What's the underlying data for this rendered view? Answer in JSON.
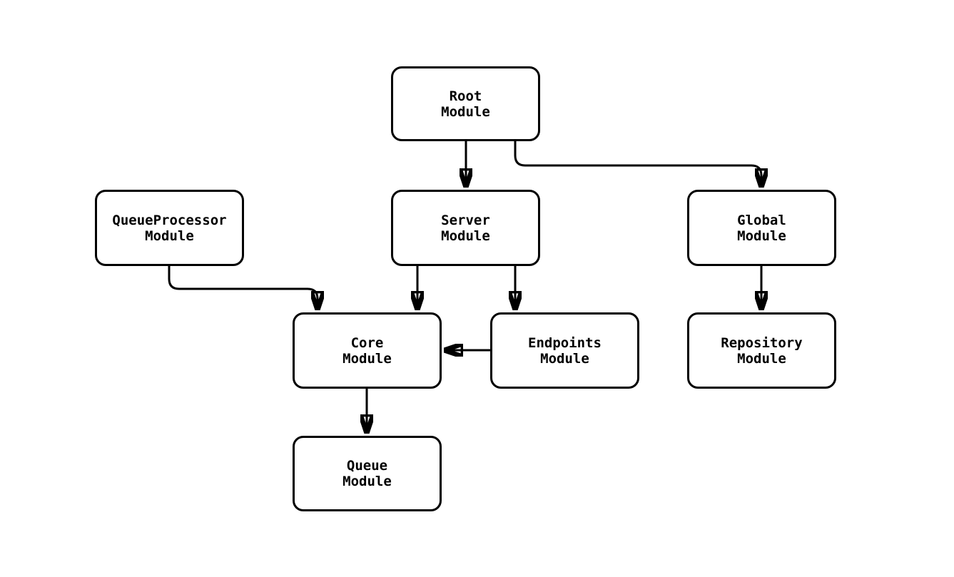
{
  "diagram": {
    "type": "flowchart",
    "colors": {
      "background": "#ffffff",
      "node_fill": "#ffffff",
      "node_border": "#000000",
      "edge_stroke": "#000000",
      "text": "#000000"
    },
    "nodes": {
      "root": {
        "label": "Root",
        "sublabel": "Module"
      },
      "queueprocessor": {
        "label": "QueueProcessor",
        "sublabel": "Module"
      },
      "server": {
        "label": "Server",
        "sublabel": "Module"
      },
      "global": {
        "label": "Global",
        "sublabel": "Module"
      },
      "core": {
        "label": "Core",
        "sublabel": "Module"
      },
      "endpoints": {
        "label": "Endpoints",
        "sublabel": "Module"
      },
      "repository": {
        "label": "Repository",
        "sublabel": "Module"
      },
      "queue": {
        "label": "Queue",
        "sublabel": "Module"
      }
    },
    "edges": [
      {
        "from": "Root Module",
        "to": "Server Module"
      },
      {
        "from": "Root Module",
        "to": "Global Module"
      },
      {
        "from": "QueueProcessor Module",
        "to": "Core Module"
      },
      {
        "from": "Server Module",
        "to": "Core Module"
      },
      {
        "from": "Server Module",
        "to": "Endpoints Module"
      },
      {
        "from": "Endpoints Module",
        "to": "Core Module"
      },
      {
        "from": "Global Module",
        "to": "Repository Module"
      },
      {
        "from": "Core Module",
        "to": "Queue Module"
      }
    ]
  }
}
